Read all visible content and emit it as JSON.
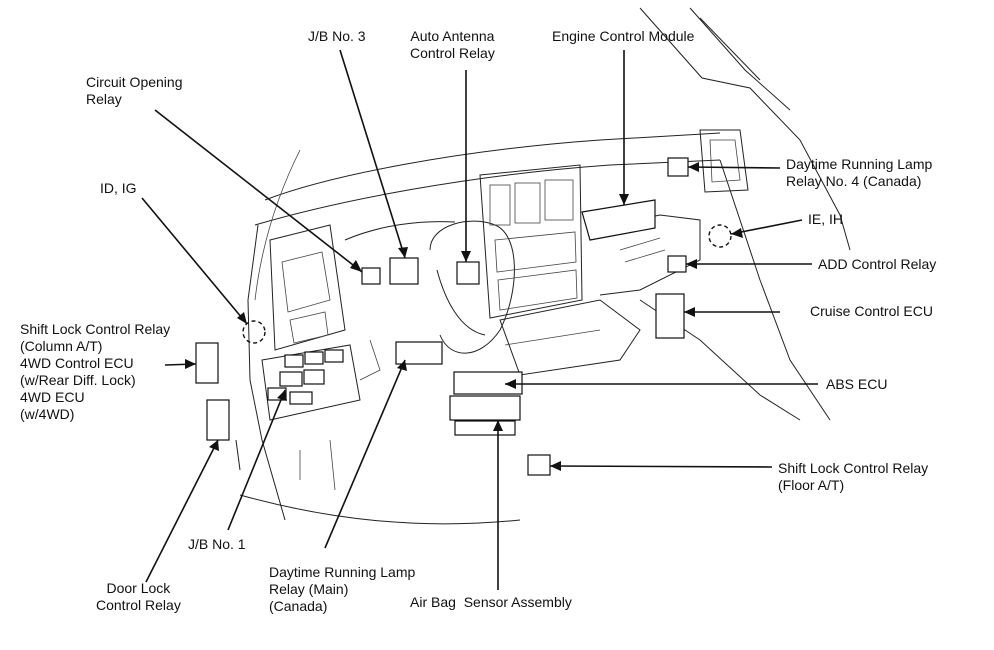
{
  "labels": {
    "jb3": "J/B No. 3",
    "auto_antenna": [
      "Auto Antenna",
      "Control Relay"
    ],
    "ecm": "Engine Control Module",
    "circuit_opening": [
      "Circuit Opening",
      "Relay"
    ],
    "id_ig": "ID, IG",
    "drl4": [
      "Daytime Running Lamp",
      "Relay No. 4 (Canada)"
    ],
    "ie_ih": "IE, IH",
    "add_relay": "ADD Control Relay",
    "cruise_ecu": "Cruise Control ECU",
    "abs_ecu": "ABS ECU",
    "shift_floor": [
      "Shift Lock Control Relay",
      "(Floor A/T)"
    ],
    "left_group": [
      "Shift Lock Control Relay",
      "(Column A/T)",
      "4WD Control ECU",
      "(w/Rear Diff. Lock)",
      "4WD ECU",
      "(w/4WD)"
    ],
    "jb1": "J/B No. 1",
    "door_lock": [
      "Door Lock",
      "Control Relay"
    ],
    "drl_main": [
      "Daytime Running Lamp",
      "Relay (Main)",
      "(Canada)"
    ],
    "airbag": "Air Bag  Sensor Assembly"
  }
}
